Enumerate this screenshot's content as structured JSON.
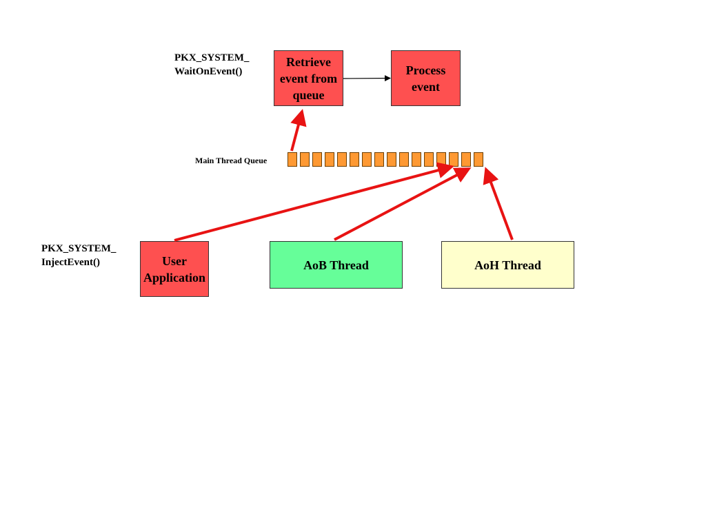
{
  "labels": {
    "wait_on_event": "PKX_SYSTEM_\nWaitOnEvent()",
    "inject_event": "PKX_SYSTEM_\nInjectEvent()",
    "main_thread_queue": "Main Thread Queue"
  },
  "boxes": {
    "retrieve": "Retrieve\nevent from\nqueue",
    "process": "Process\nevent",
    "user_app": "User\nApplication",
    "aob": "AoB Thread",
    "aoh": "AoH Thread"
  },
  "queue": {
    "cell_count": 16
  },
  "colors": {
    "red_box": "#fe5050",
    "green_box": "#66fe99",
    "yellow_box": "#ffffcc",
    "queue_cell": "#fe9933",
    "arrow_red": "#e81313",
    "arrow_black": "#000000"
  }
}
